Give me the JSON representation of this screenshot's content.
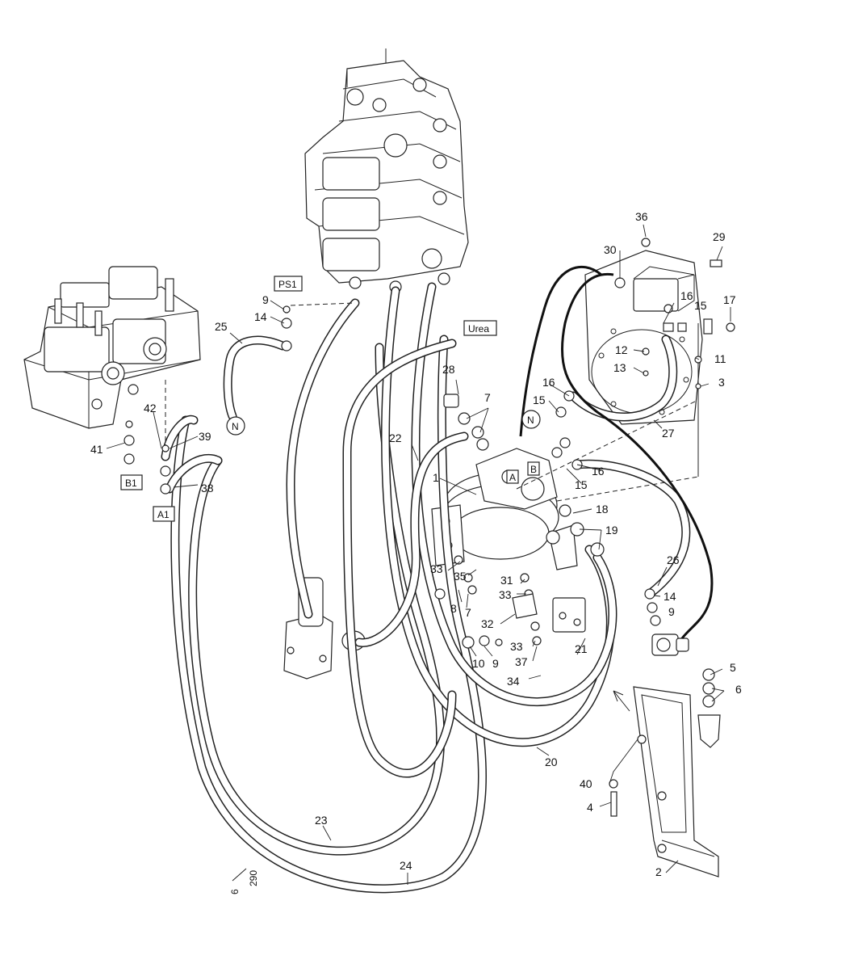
{
  "labels": {
    "l1": "1",
    "l2": "2",
    "l3": "3",
    "l4": "4",
    "l5": "5",
    "l6a": "6",
    "l6b": "6",
    "l7a": "7",
    "l7b": "7",
    "l8": "8",
    "l9a": "9",
    "l9b": "9",
    "l9c": "9",
    "l10": "10",
    "l11": "11",
    "l12": "12",
    "l13": "13",
    "l14a": "14",
    "l14b": "14",
    "l15a": "15",
    "l15b": "15",
    "l15c": "15",
    "l16a": "16",
    "l16b": "16",
    "l16c": "16",
    "l17": "17",
    "l18": "18",
    "l19": "19",
    "l20": "20",
    "l21": "21",
    "l22": "22",
    "l23": "23",
    "l24": "24",
    "l25": "25",
    "l26": "26",
    "l27": "27",
    "l28": "28",
    "l29": "29",
    "l30": "30",
    "l31": "31",
    "l32": "32",
    "l33a": "33",
    "l33b": "33",
    "l33c": "33",
    "l34": "34",
    "l35": "35",
    "l36": "36",
    "l37": "37",
    "l38": "38",
    "l39": "39",
    "l40": "40",
    "l41": "41",
    "l42": "42"
  },
  "port_boxes": {
    "ps1": "PS1",
    "urea": "Urea",
    "b1": "B1",
    "a1": "A1",
    "a": "A",
    "b": "B"
  },
  "circle_refs": {
    "n1": "N",
    "n2": "N"
  },
  "page_ref": {
    "numerator": "6",
    "denominator": "290"
  }
}
